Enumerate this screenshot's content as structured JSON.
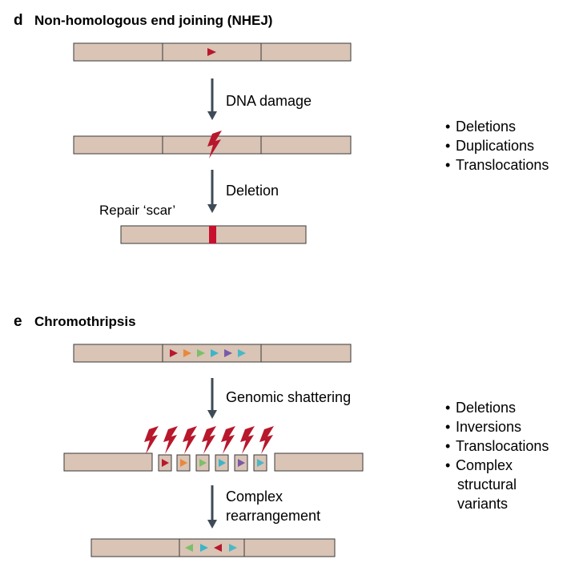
{
  "panels": {
    "nhej": {
      "letter": "d",
      "title": "Non-homologous end joining (NHEJ)",
      "steps": [
        "DNA damage",
        "Deletion"
      ],
      "scar_label": "Repair ‘scar’",
      "outcomes": [
        "Deletions",
        "Duplications",
        "Translocations"
      ]
    },
    "chromothripsis": {
      "letter": "e",
      "title": "Chromothripsis",
      "steps": [
        "Genomic shattering",
        "Complex",
        "rearrangement"
      ],
      "outcomes": [
        "Deletions",
        "Inversions",
        "Translocations",
        "Complex",
        "structural",
        "variants"
      ]
    }
  },
  "colors": {
    "chromosome_fill": "#d9c4b6",
    "chromosome_stroke": "#3a3a3a",
    "arrow": "#3e4b56",
    "lightning": "#b8182c",
    "scar": "#c8102e",
    "segment_red": "#b8182c",
    "segment_orange": "#e8883a",
    "segment_green": "#7bbf6a",
    "segment_teal": "#3bb5c9",
    "segment_purple": "#7a5aa8",
    "segment_cyan": "#49b8c6"
  },
  "icons": [
    "lightning-bolt-icon",
    "down-arrow-icon",
    "triangle-marker-icon"
  ]
}
